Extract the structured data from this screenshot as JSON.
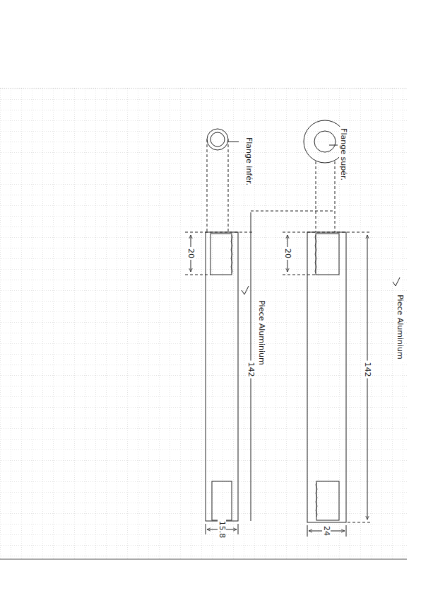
{
  "diagram": {
    "labels": [
      "Flange infér.",
      "Flange supér.",
      "Piece Aluminium",
      "Piece Aluminium",
      "20",
      "20",
      "142",
      "142",
      "15.8",
      "24"
    ]
  }
}
